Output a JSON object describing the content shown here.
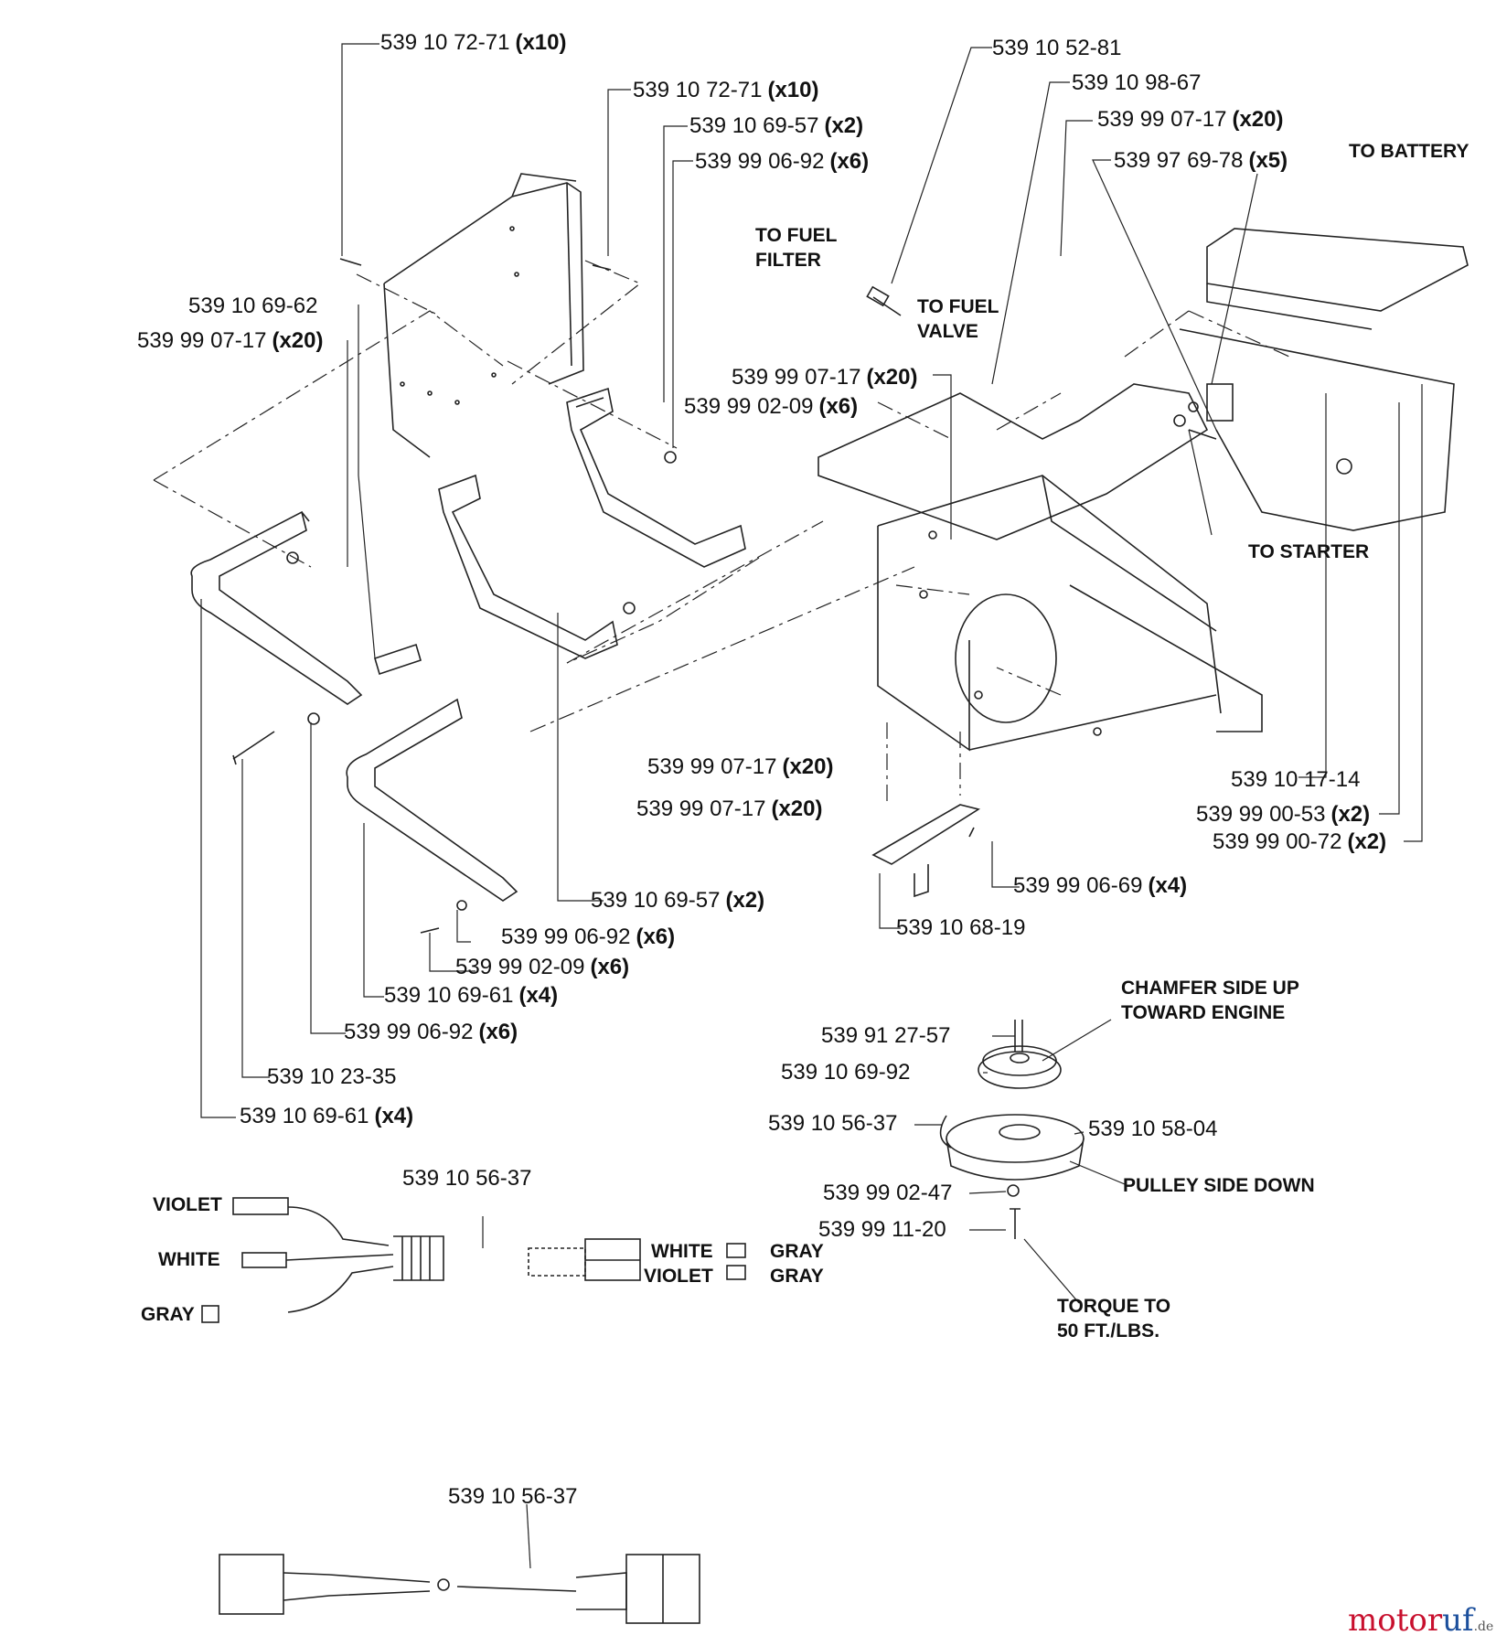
{
  "diagram": {
    "parts": [
      {
        "id": "p01",
        "number": "539 10 72-71",
        "qty": "(x10)"
      },
      {
        "id": "p02",
        "number": "539 10 72-71",
        "qty": "(x10)"
      },
      {
        "id": "p03",
        "number": "539 10 69-57",
        "qty": "(x2)"
      },
      {
        "id": "p04",
        "number": "539 99 06-92",
        "qty": "(x6)"
      },
      {
        "id": "p05",
        "number": "539 10 69-62",
        "qty": ""
      },
      {
        "id": "p06",
        "number": "539 99 07-17",
        "qty": "(x20)"
      },
      {
        "id": "p07",
        "number": "539 10 52-81",
        "qty": ""
      },
      {
        "id": "p08",
        "number": "539 10 98-67",
        "qty": ""
      },
      {
        "id": "p09",
        "number": "539 99 07-17",
        "qty": "(x20)"
      },
      {
        "id": "p10",
        "number": "539 97 69-78",
        "qty": "(x5)"
      },
      {
        "id": "p11",
        "number": "539 99 07-17",
        "qty": "(x20)"
      },
      {
        "id": "p12",
        "number": "539 99 02-09",
        "qty": "(x6)"
      },
      {
        "id": "p13",
        "number": "539 99 07-17",
        "qty": "(x20)"
      },
      {
        "id": "p14",
        "number": "539 99 07-17",
        "qty": "(x20)"
      },
      {
        "id": "p15",
        "number": "539 10 17-14",
        "qty": ""
      },
      {
        "id": "p16",
        "number": "539 99 00-53",
        "qty": "(x2)"
      },
      {
        "id": "p17",
        "number": "539 99 00-72",
        "qty": "(x2)"
      },
      {
        "id": "p18",
        "number": "539 10 69-57",
        "qty": "(x2)"
      },
      {
        "id": "p19",
        "number": "539 99 06-69",
        "qty": "(x4)"
      },
      {
        "id": "p20",
        "number": "539 10 68-19",
        "qty": ""
      },
      {
        "id": "p21",
        "number": "539 99 06-92",
        "qty": "(x6)"
      },
      {
        "id": "p22",
        "number": "539 99 02-09",
        "qty": "(x6)"
      },
      {
        "id": "p23",
        "number": "539 10 69-61",
        "qty": "(x4)"
      },
      {
        "id": "p24",
        "number": "539 99 06-92",
        "qty": "(x6)"
      },
      {
        "id": "p25",
        "number": "539 10 23-35",
        "qty": ""
      },
      {
        "id": "p26",
        "number": "539 10 69-61",
        "qty": "(x4)"
      },
      {
        "id": "p27",
        "number": "539 91 27-57",
        "qty": ""
      },
      {
        "id": "p28",
        "number": "539 10 69-92",
        "qty": ""
      },
      {
        "id": "p29",
        "number": "539 10 56-37",
        "qty": ""
      },
      {
        "id": "p30",
        "number": "539 10 58-04",
        "qty": ""
      },
      {
        "id": "p31",
        "number": "539 99 02-47",
        "qty": ""
      },
      {
        "id": "p32",
        "number": "539 99 11-20",
        "qty": ""
      },
      {
        "id": "p33",
        "number": "539 10 56-37",
        "qty": ""
      },
      {
        "id": "p34",
        "number": "539 10 56-37",
        "qty": ""
      }
    ],
    "notes": {
      "to_battery": "TO BATTERY",
      "to_fuel_filter_1": "TO FUEL",
      "to_fuel_filter_2": "FILTER",
      "to_fuel_valve_1": "TO FUEL",
      "to_fuel_valve_2": "VALVE",
      "to_starter": "TO STARTER",
      "chamfer_1": "CHAMFER SIDE UP",
      "chamfer_2": "TOWARD ENGINE",
      "pulley_side": "PULLEY SIDE DOWN",
      "torque_1": "TORQUE TO",
      "torque_2": "50 FT./LBS."
    },
    "wires": {
      "left_violet": "VIOLET",
      "left_white": "WHITE",
      "left_gray": "GRAY",
      "right_white": "WHITE",
      "right_violet": "VIOLET",
      "right_gray_1": "GRAY",
      "right_gray_2": "GRAY"
    }
  },
  "brand": {
    "part1": "motor",
    "part2": "uf",
    "tld": ".de"
  },
  "colors": {
    "line": "#222222",
    "brand_red": "#c8102e",
    "brand_blue": "#1b4f9c"
  }
}
